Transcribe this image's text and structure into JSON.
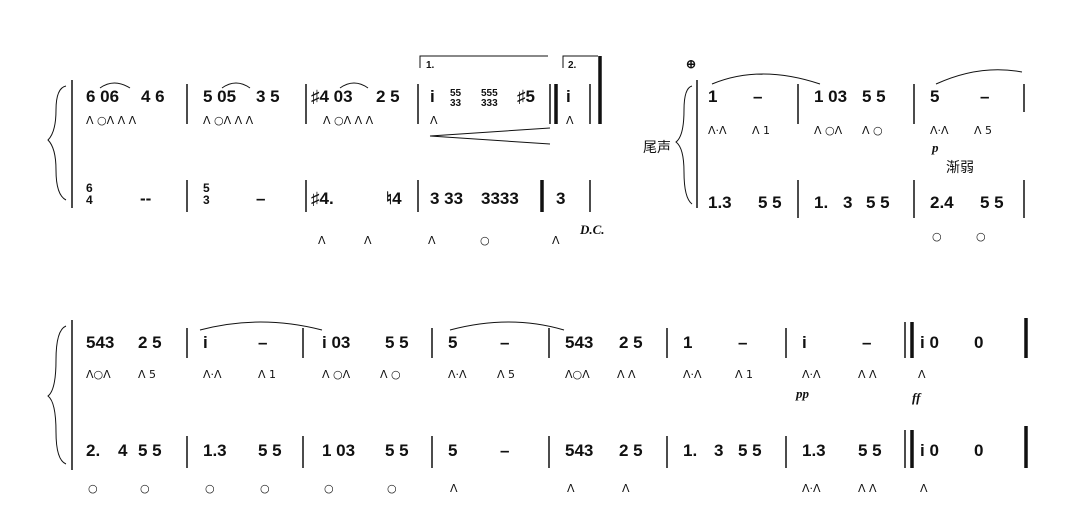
{
  "labels": {
    "coda": "尾声",
    "dc": "D.C.",
    "dim": "渐弱",
    "ending1": "1.",
    "ending2": "2.",
    "dyn_p": "p",
    "dyn_pp": "pp",
    "dyn_ff": "ff",
    "coda_sign": "⊕"
  },
  "sys1": {
    "upper": [
      "6 06",
      "4 6",
      "5 05",
      "3 5",
      "♯4 03",
      "2 5",
      "i",
      "55",
      "33",
      "555",
      "333",
      "♯5",
      "i"
    ],
    "lower": [
      "6",
      "4",
      "--",
      "5",
      "3",
      "–",
      "♯4.",
      "♮4",
      "3 33",
      "3333",
      "3"
    ]
  },
  "sys1b": {
    "upper": [
      "1",
      "–",
      "1 03",
      "5 5",
      "5",
      "–"
    ],
    "mid": [
      "Λ·Λ",
      "Λ 1",
      "Λ ○Λ",
      "Λ ○",
      "Λ·Λ",
      "Λ 5"
    ],
    "lower": [
      "1.3",
      "5 5",
      "1.",
      "3",
      "5 5",
      "2.4",
      "5 5"
    ]
  },
  "sys2": {
    "upper": [
      "543",
      "2 5",
      "i",
      "–",
      "i 03",
      "5 5",
      "5",
      "–",
      "543",
      "2 5",
      "1",
      "–",
      "i",
      "–",
      "i 0",
      "0"
    ],
    "mid": [
      "Λ○Λ",
      "Λ 5",
      "Λ·Λ",
      "Λ 1",
      "Λ ○Λ",
      "Λ ○",
      "Λ·Λ",
      "Λ 5",
      "Λ○Λ",
      "Λ Λ",
      "Λ·Λ",
      "Λ 1",
      "Λ·Λ",
      "Λ Λ",
      "Λ"
    ],
    "lower": [
      "2.",
      "4",
      "5 5",
      "1.3",
      "5 5",
      "1 03",
      "5 5",
      "5",
      "–",
      "543",
      "2 5",
      "1.",
      "3",
      "5 5",
      "1.3",
      "5 5",
      "i 0",
      "0"
    ]
  }
}
